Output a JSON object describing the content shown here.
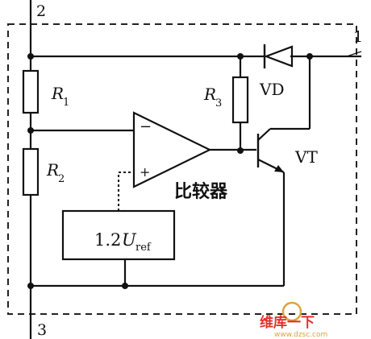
{
  "pins": {
    "p1": "1",
    "p2": "2",
    "p3": "3"
  },
  "resistors": {
    "r1": {
      "letter": "R",
      "sub": "1"
    },
    "r2": {
      "letter": "R",
      "sub": "2"
    },
    "r3": {
      "letter": "R",
      "sub": "3"
    }
  },
  "diode_label": "VD",
  "transistor_label": "VT",
  "comparator": {
    "label": "比较器",
    "minus": "−",
    "plus": "+"
  },
  "reference": {
    "value": "1.2",
    "symbol": "U",
    "sub": "ref"
  },
  "watermark": {
    "text1": "维库一下",
    "text2": "www.dzsc.com",
    "color1": "#e0312b",
    "color2": "#d9a441"
  }
}
